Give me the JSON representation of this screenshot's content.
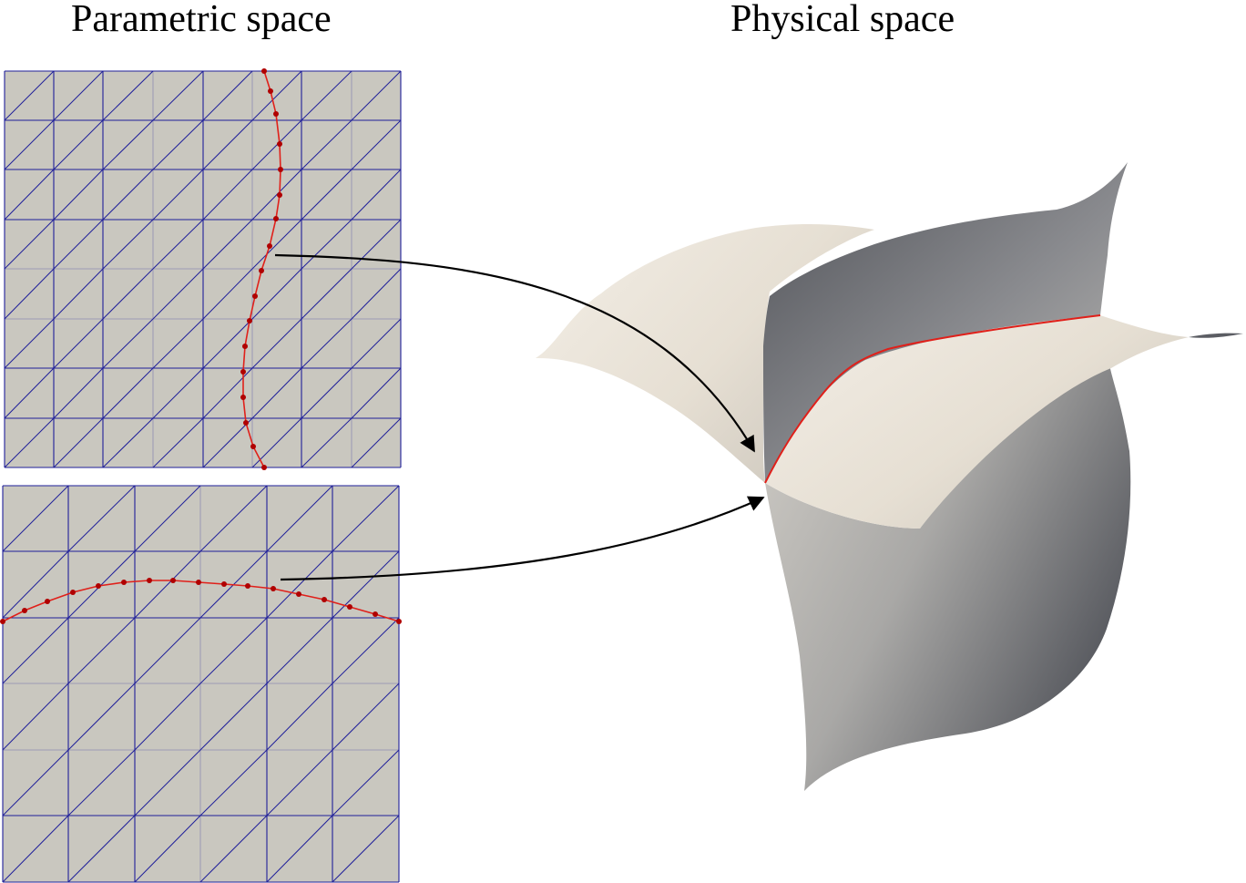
{
  "titles": {
    "parametric": "Parametric space",
    "physical": "Physical space"
  },
  "colors": {
    "param_fill": "#c9c7bf",
    "mesh_line": "#1f1f9a",
    "curve": "#e0201a",
    "curve_point": "#b00000",
    "surface_light": "#ece6dc",
    "surface_dark": "#5b5d63",
    "arrow": "#000000"
  },
  "icons": {
    "arrow_head": "arrowhead"
  }
}
